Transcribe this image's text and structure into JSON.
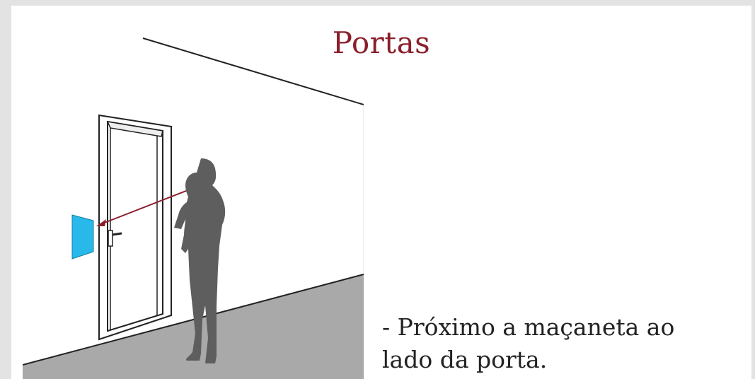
{
  "slide": {
    "title": "Portas",
    "caption_line1": "- Próximo a maçaneta ao",
    "caption_line2": "lado da porta."
  },
  "colors": {
    "title": "#8b1f2c",
    "floor": "#a9a9a9",
    "silhouette": "#5e5e5e",
    "sign": "#29b8ea",
    "arrow": "#8b1f2c"
  },
  "icons": [
    "door-icon",
    "person-silhouette-icon",
    "sign-panel-icon",
    "arrow-icon"
  ]
}
